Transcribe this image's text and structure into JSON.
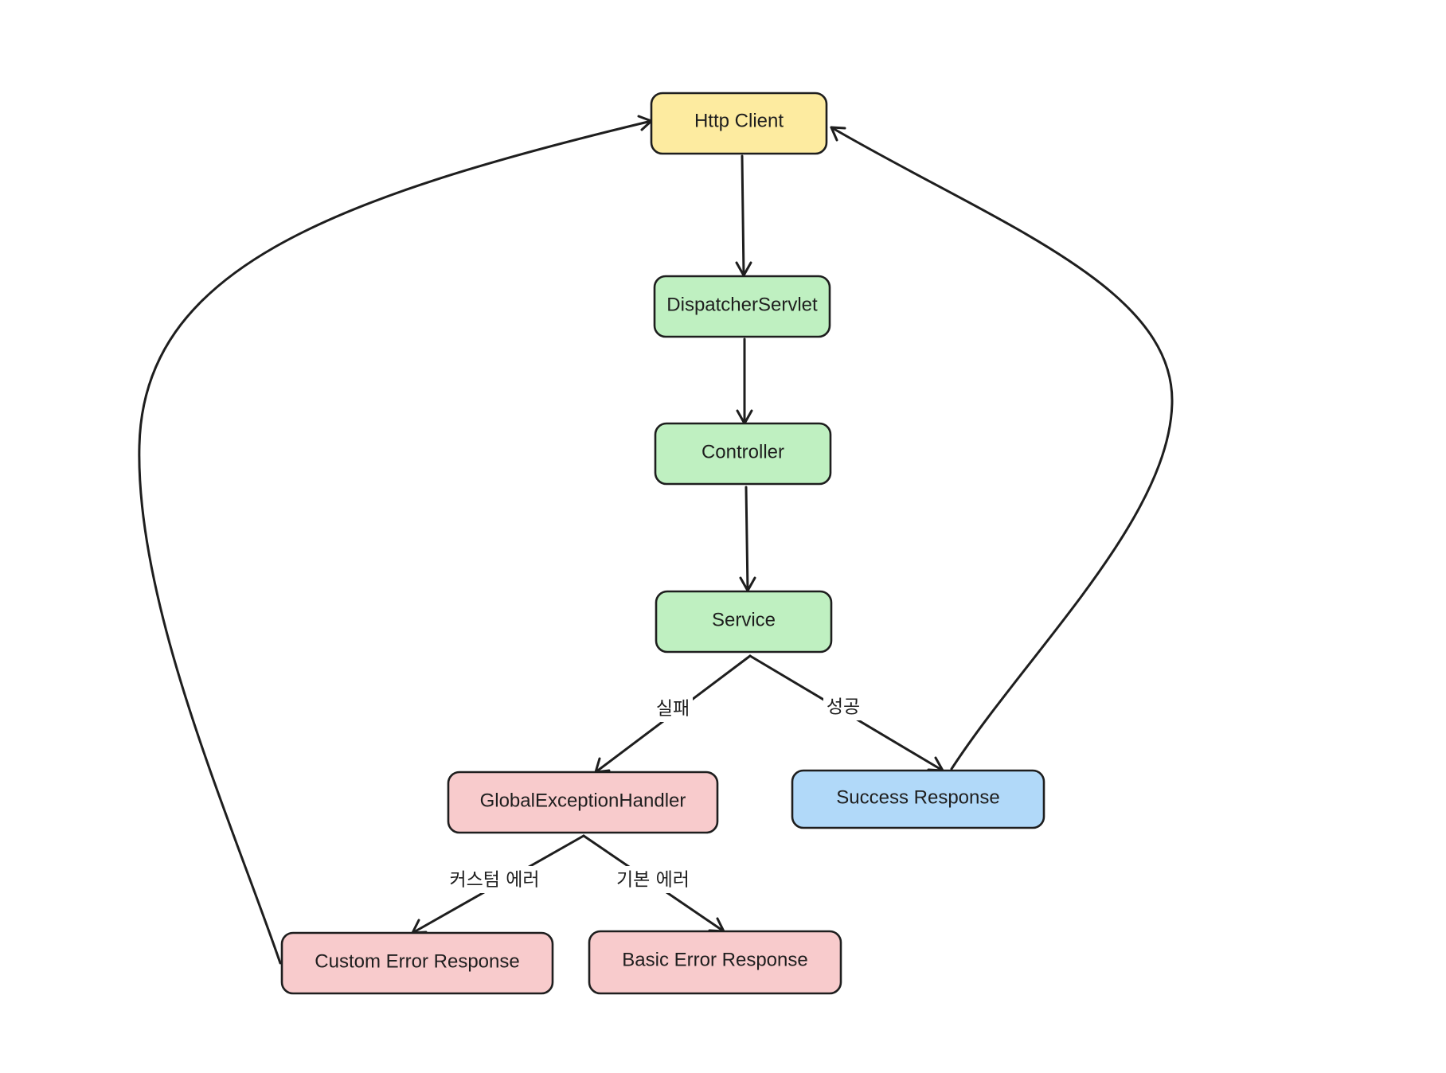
{
  "colors": {
    "client": "#ffec99",
    "spring": "#b2f2bb",
    "error": "#ffc9c9",
    "success": "#a5d8ff",
    "stroke": "#1e1e1e"
  },
  "nodes": {
    "http_client": {
      "label": "Http Client",
      "color": "#fdeba0"
    },
    "dispatcher_servlet": {
      "label": "DispatcherServlet",
      "color": "#bff0c1"
    },
    "controller": {
      "label": "Controller",
      "color": "#bff0c1"
    },
    "service": {
      "label": "Service",
      "color": "#bff0c1"
    },
    "global_exception_handler": {
      "label": "GlobalExceptionHandler",
      "color": "#f8cbcc"
    },
    "success_response": {
      "label": "Success Response",
      "color": "#b1d9f9"
    },
    "custom_error_response": {
      "label": "Custom Error Response",
      "color": "#f8cbcc"
    },
    "basic_error_response": {
      "label": "Basic Error Response",
      "color": "#f8cbcc"
    }
  },
  "edges": {
    "failure": {
      "label": "실패"
    },
    "success": {
      "label": "성공"
    },
    "custom_error": {
      "label": "커스텀 에러"
    },
    "basic_error": {
      "label": "기본 에러"
    }
  }
}
